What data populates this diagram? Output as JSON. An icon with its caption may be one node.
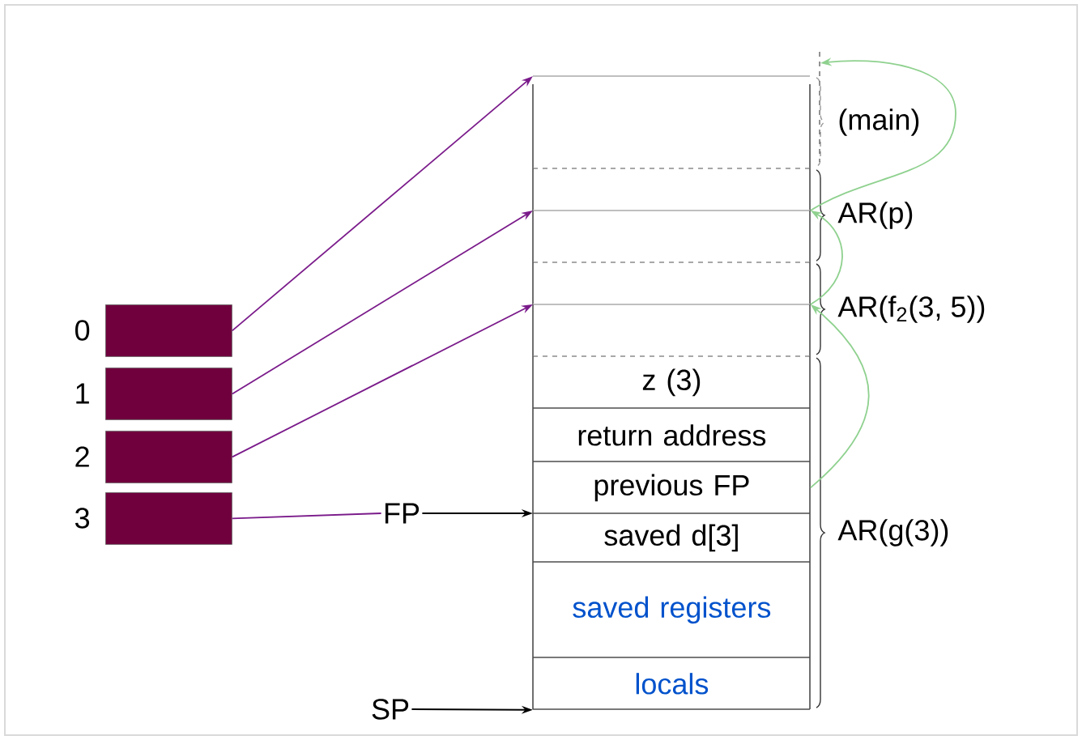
{
  "diagram": {
    "nodes": [
      {
        "text": [],
        "shape": "box",
        "beside": [
          "0"
        ]
      },
      {
        "text": [],
        "shape": "box",
        "beside": [
          "1"
        ]
      },
      {
        "text": [],
        "shape": "box",
        "beside": [
          "2"
        ]
      },
      {
        "text": [],
        "shape": "box",
        "beside": [
          "3"
        ]
      },
      {
        "text": [],
        "shape": "box"
      },
      {
        "text": [],
        "shape": "box"
      },
      {
        "text": [],
        "shape": "box"
      },
      {
        "text": [],
        "shape": "box"
      },
      {
        "text": [],
        "shape": "box"
      },
      {
        "text": [
          "z (3)"
        ]
      },
      {
        "text": [
          "return address"
        ]
      },
      {
        "text": [
          "previous FP"
        ]
      },
      {
        "text": [
          "saved d[3]"
        ]
      },
      {
        "text": [
          "saved registers"
        ]
      },
      {
        "text": [
          "locals"
        ]
      },
      {
        "text": [
          "FP"
        ]
      },
      {
        "text": [
          "SP"
        ]
      }
    ],
    "edges": [
      {
        "from": 0,
        "to": 4,
        "arrow": "to"
      },
      {
        "from": 1,
        "to": 6,
        "arrow": "to"
      },
      {
        "from": 2,
        "to": 8,
        "arrow": "to"
      },
      {
        "from": 3,
        "to": 15,
        "arrow": "none"
      },
      {
        "from": 15,
        "to": 12,
        "arrow": "to",
        "color": "#000000"
      },
      {
        "from": 16,
        "to": 14,
        "arrow": "to",
        "color": "#000000"
      },
      {
        "from": 11,
        "to": 8,
        "arrow": "to",
        "color": "#8fd18f"
      },
      {
        "from": 8,
        "to": 6,
        "arrow": "to",
        "color": "#8fd18f"
      },
      {
        "from": 6,
        "to": 4,
        "arrow": "to",
        "color": "#8fd18f"
      }
    ],
    "labels": [
      "(main)",
      "AR(p)",
      "AR(f$_{2}$(3, 5))",
      "AR(g(3))"
    ]
  }
}
